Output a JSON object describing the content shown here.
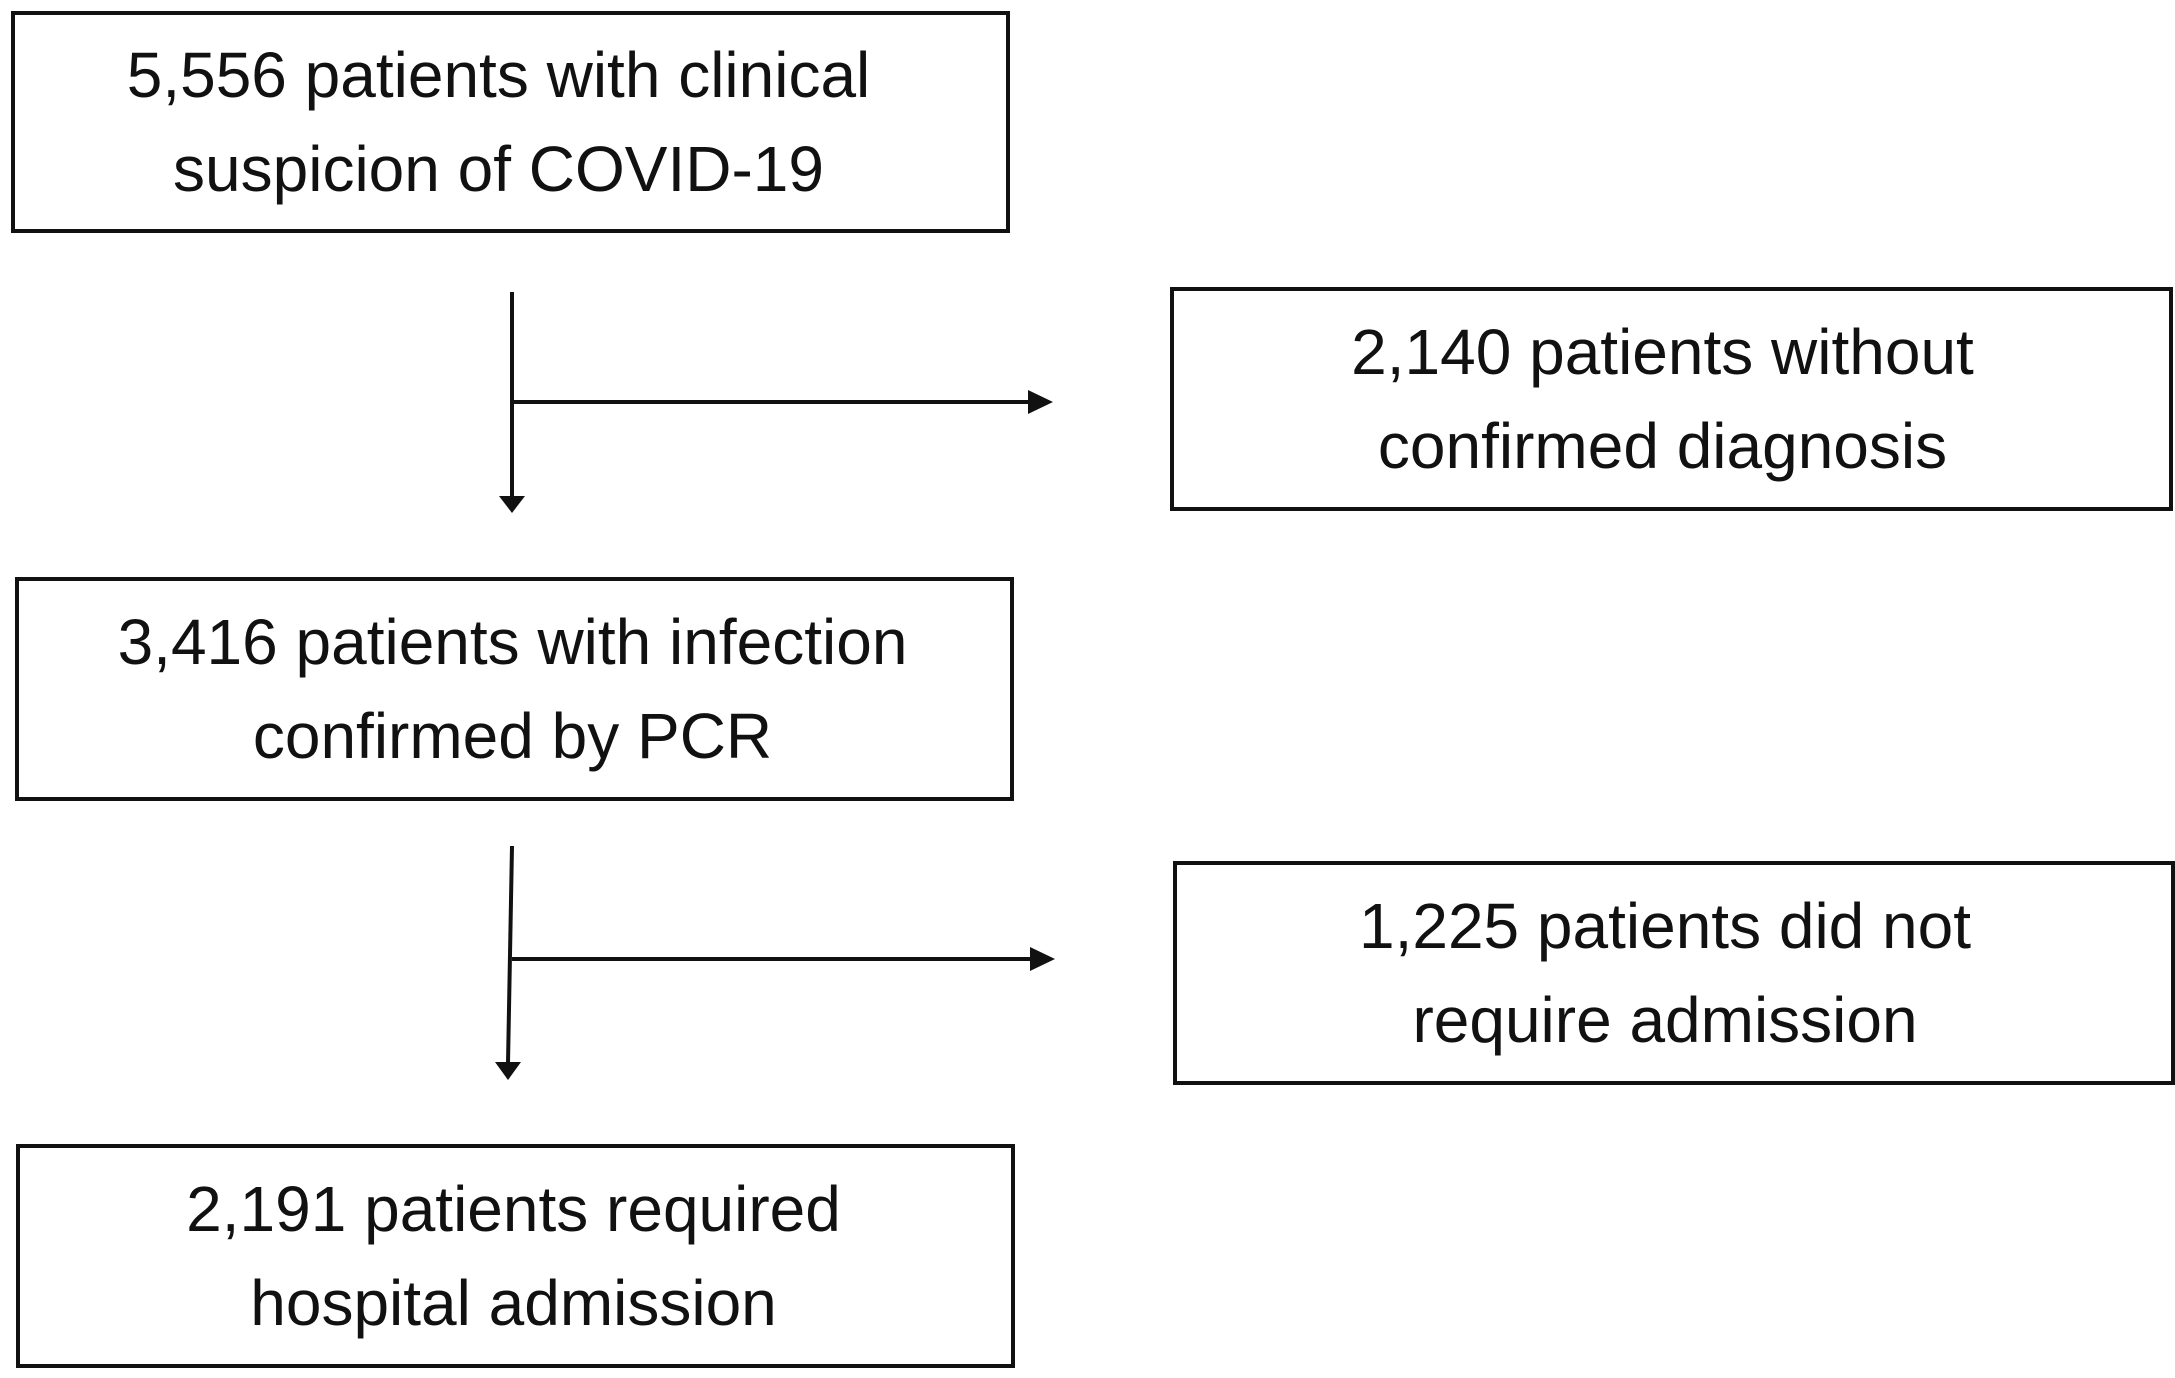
{
  "flowchart": {
    "boxes": {
      "suspicion": {
        "line1": "5,556 patients with clinical",
        "line2": "suspicion of COVID-19"
      },
      "excluded": {
        "line1": "2,140 patients without",
        "line2": "confirmed diagnosis"
      },
      "confirmed": {
        "line1": "3,416 patients with infection",
        "line2": "confirmed by PCR"
      },
      "no_admission": {
        "line1": "1,225 patients did not",
        "line2": "require admission"
      },
      "admitted": {
        "line1": "2,191 patients required",
        "line2": "hospital admission"
      }
    },
    "colors": {
      "stroke": "#111111",
      "background": "#ffffff"
    }
  }
}
